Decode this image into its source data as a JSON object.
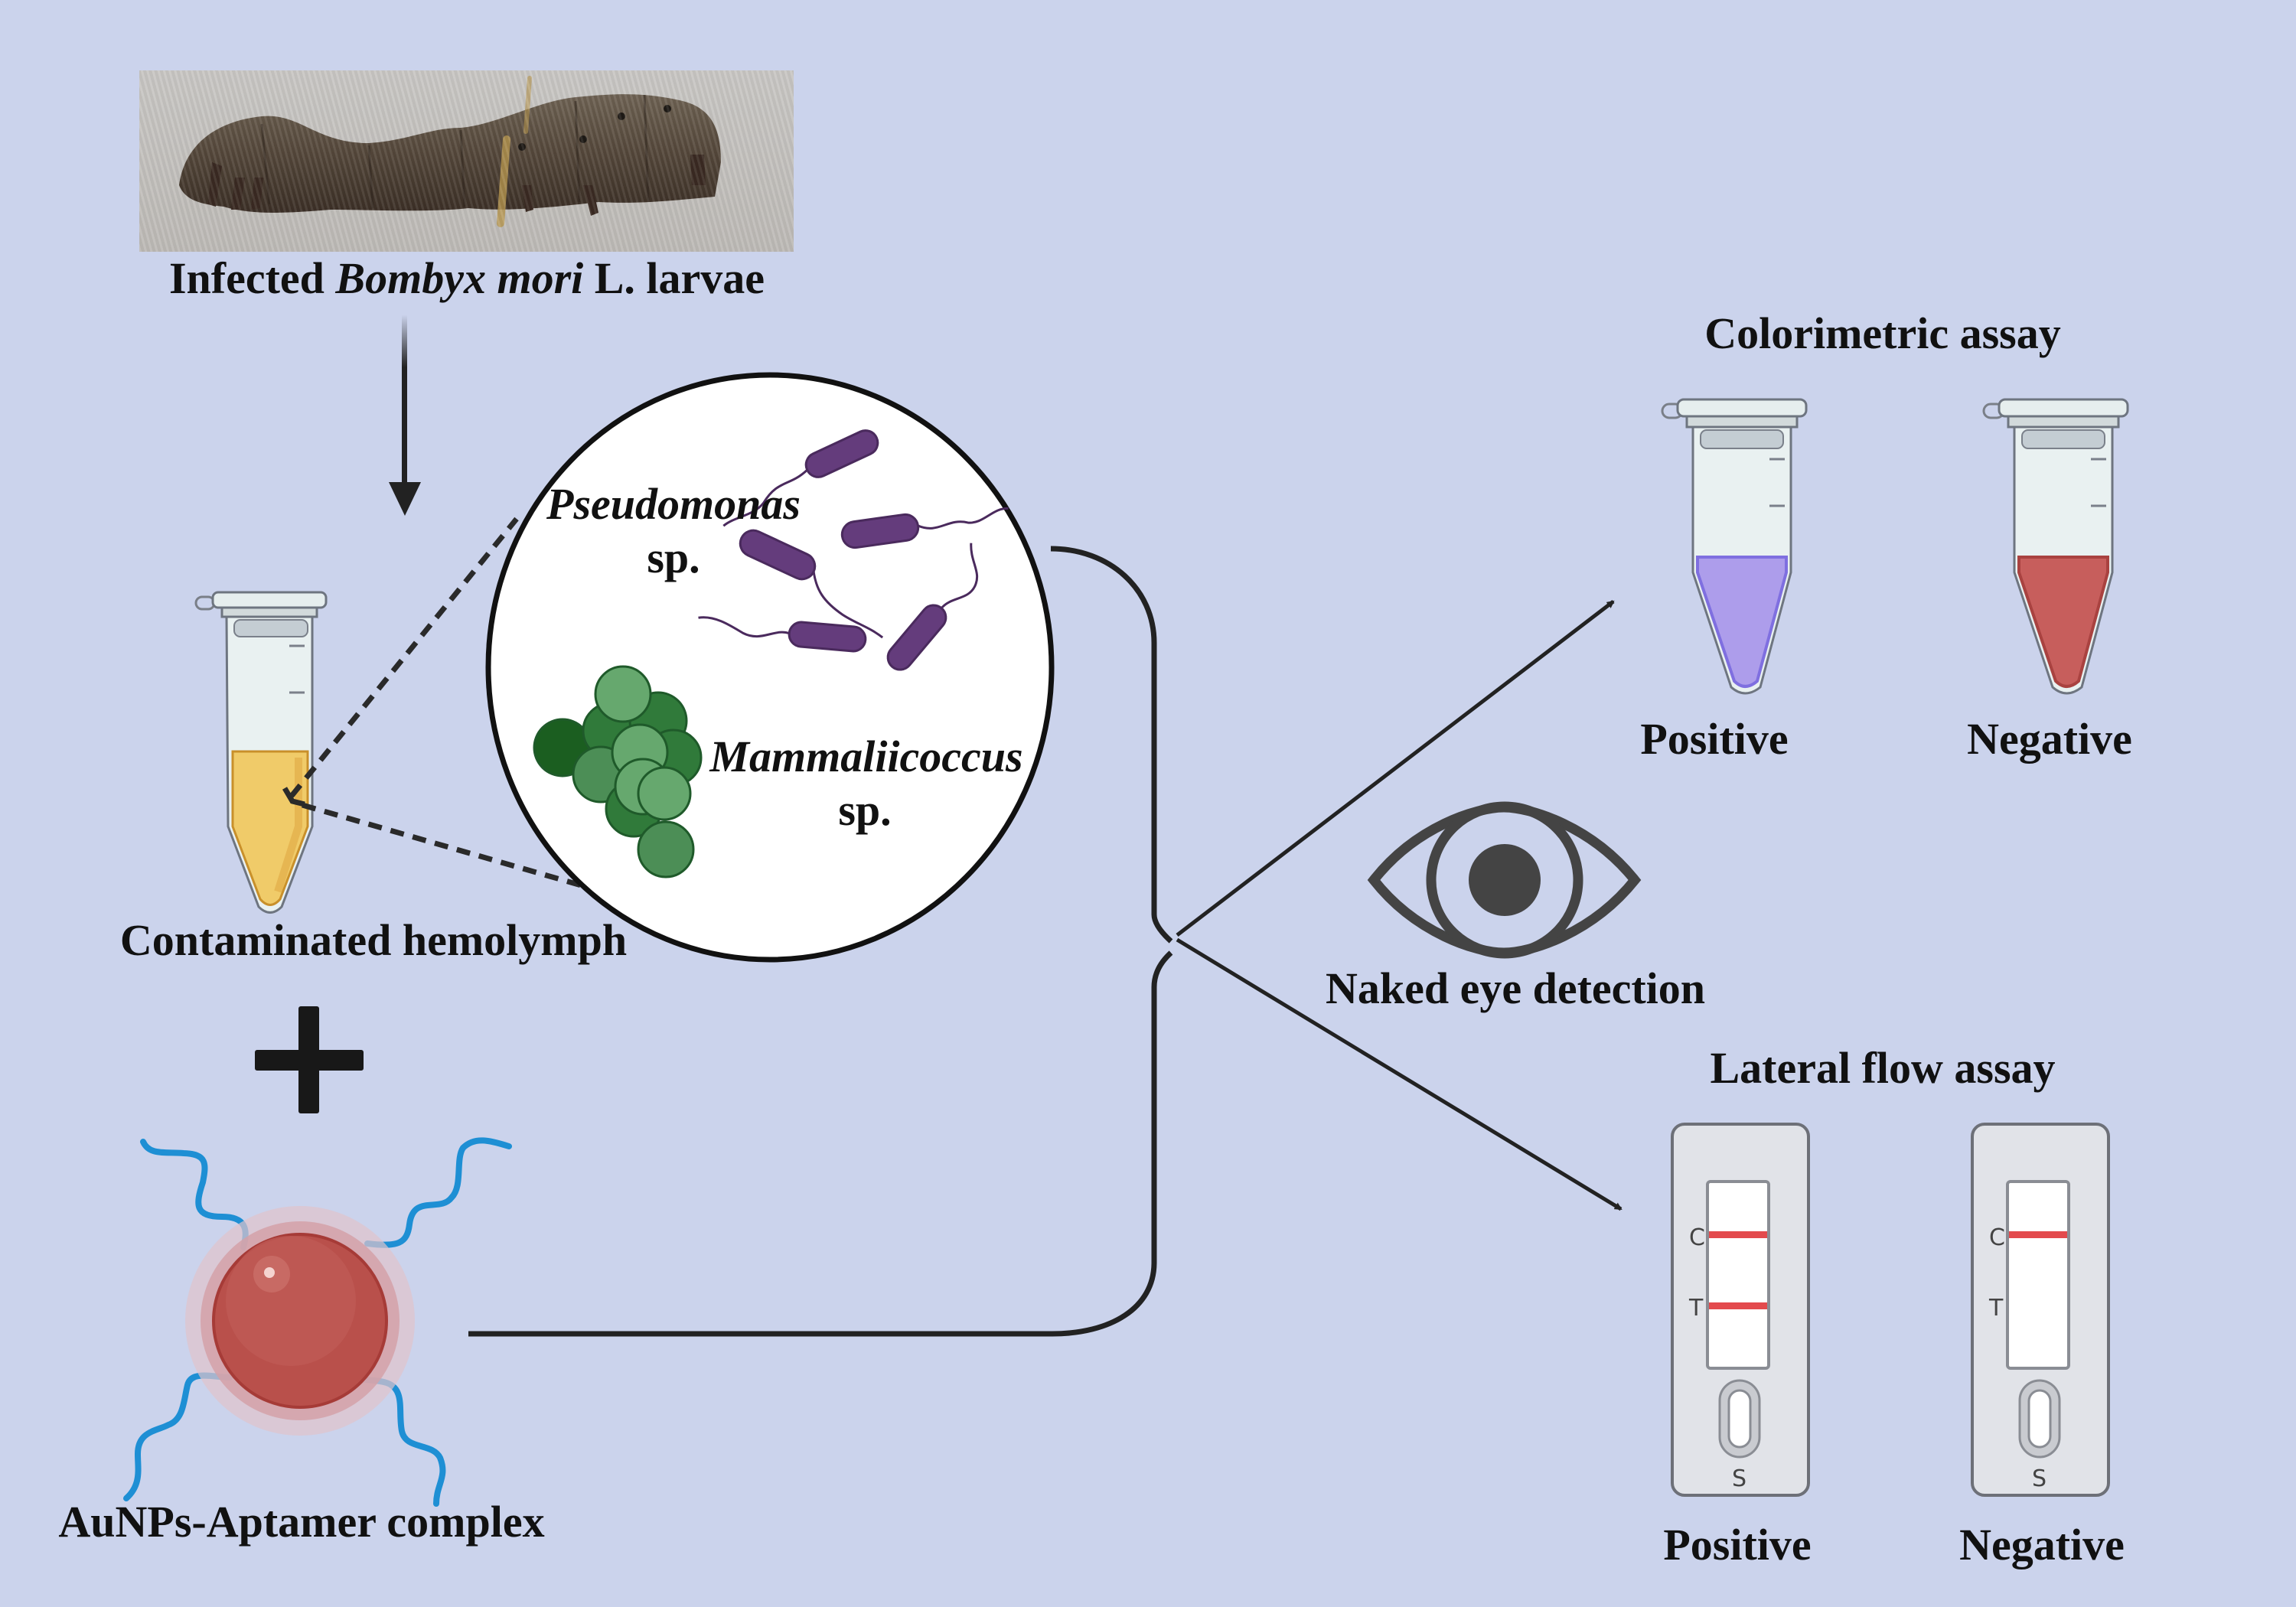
{
  "colors": {
    "background": "#cbd3ec",
    "hemolymph": "#f0cb69",
    "positive_colorimetric": "#ad9deb",
    "negative_colorimetric": "#c75e5c",
    "pseudomonas": "#643c7c",
    "mammaliicoccus": "#3b8b4a",
    "aunp": "#b9504b",
    "aptamer": "#1e8fd4",
    "lfa_line": "#e34a4d"
  },
  "source": {
    "photo_alt": "Photo of infected silkworm larva",
    "label_prefix": "Infected ",
    "label_italic": "Bombyx mori",
    "label_suffix": " L. larvae"
  },
  "sample": {
    "label": "Contaminated hemolymph"
  },
  "zoom_circle": {
    "bacteria": [
      {
        "name_italic": "Pseudomonas",
        "suffix": "sp."
      },
      {
        "name_italic": "Mammaliicoccus",
        "suffix": "sp."
      }
    ]
  },
  "plus_symbol": "+",
  "probe": {
    "label": "AuNPs-Aptamer complex"
  },
  "detection": {
    "label": "Naked eye detection",
    "icon": "eye-icon"
  },
  "colorimetric": {
    "title": "Colorimetric assay",
    "results": [
      {
        "label": "Positive",
        "color": "#ad9deb"
      },
      {
        "label": "Negative",
        "color": "#c75e5c"
      }
    ]
  },
  "lateral_flow": {
    "title": "Lateral flow assay",
    "marks": {
      "control": "C",
      "test": "T",
      "sample": "S"
    },
    "results": [
      {
        "label": "Positive",
        "control_line": true,
        "test_line": true
      },
      {
        "label": "Negative",
        "control_line": true,
        "test_line": false
      }
    ]
  }
}
